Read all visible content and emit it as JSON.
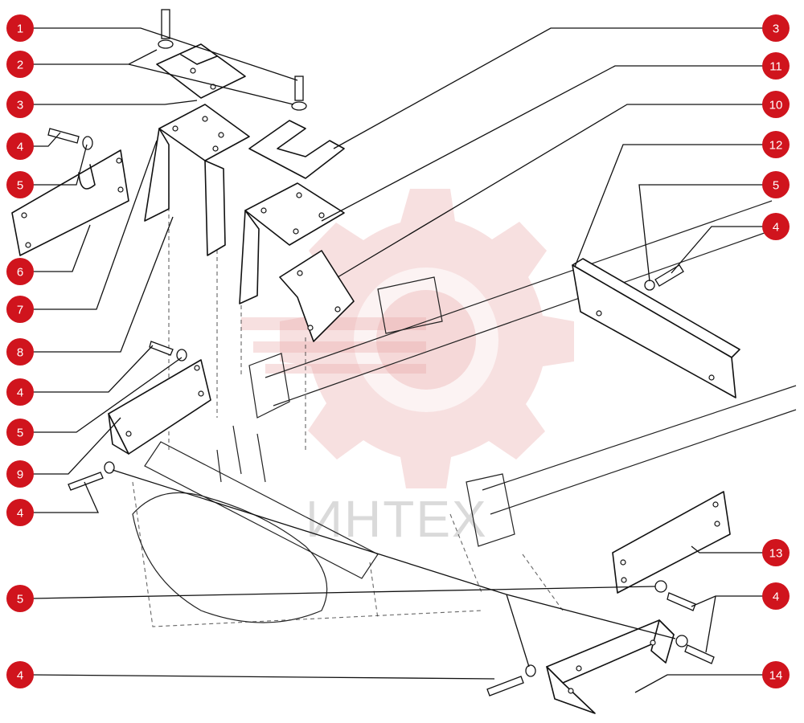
{
  "watermark": {
    "text": "ИНТЕХ",
    "color": "#e53935"
  },
  "badge_color": "#d0141d",
  "callouts": [
    {
      "label": "1"
    },
    {
      "label": "2"
    },
    {
      "label": "3"
    },
    {
      "label": "4"
    },
    {
      "label": "5"
    },
    {
      "label": "6"
    },
    {
      "label": "7"
    },
    {
      "label": "8"
    },
    {
      "label": "4"
    },
    {
      "label": "5"
    },
    {
      "label": "9"
    },
    {
      "label": "4"
    },
    {
      "label": "5"
    },
    {
      "label": "4"
    },
    {
      "label": "3"
    },
    {
      "label": "11"
    },
    {
      "label": "10"
    },
    {
      "label": "12"
    },
    {
      "label": "5"
    },
    {
      "label": "4"
    },
    {
      "label": "13"
    },
    {
      "label": "4"
    },
    {
      "label": "14"
    }
  ]
}
